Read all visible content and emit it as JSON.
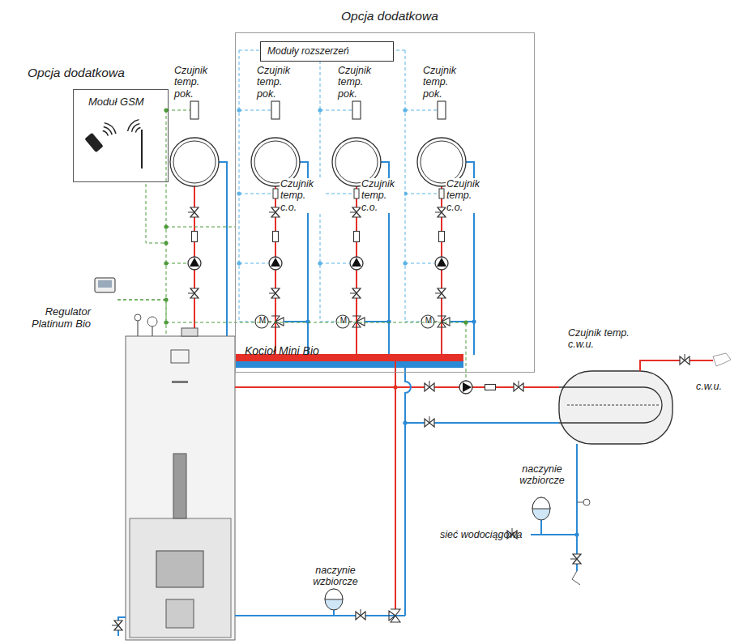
{
  "diagram": {
    "nodes": [
      {
        "text": [
          "Opcja dodatkowa"
        ]
      },
      {
        "text": [
          "Moduły rozszerzeń"
        ],
        "in": 0
      },
      {
        "text": [
          "Opcja dodatkowa",
          "Moduł GSM"
        ]
      },
      {
        "text": [
          "Regulator Platinum Bio"
        ]
      },
      {
        "text": [
          "Kocioł Mini Bio"
        ]
      }
    ],
    "edges": [
      {
        "from": 3,
        "to": 2,
        "arrow": "none"
      },
      {
        "from": 3,
        "to": 4,
        "arrow": "none"
      }
    ],
    "labels": [
      "Czujnik temp. pok.",
      "Czujnik temp. pok.",
      "Czujnik temp. pok.",
      "Czujnik temp. pok.",
      "Czujnik temp. c.o.",
      "Czujnik temp. c.o.",
      "Czujnik temp. c.o.",
      "M",
      "M",
      "M",
      "Czujnik temp. c.w.u.",
      "c.w.u.",
      "naczynie wzbiorcze",
      "sieć wodociągowa",
      "naczynie wzbiorcze"
    ]
  }
}
